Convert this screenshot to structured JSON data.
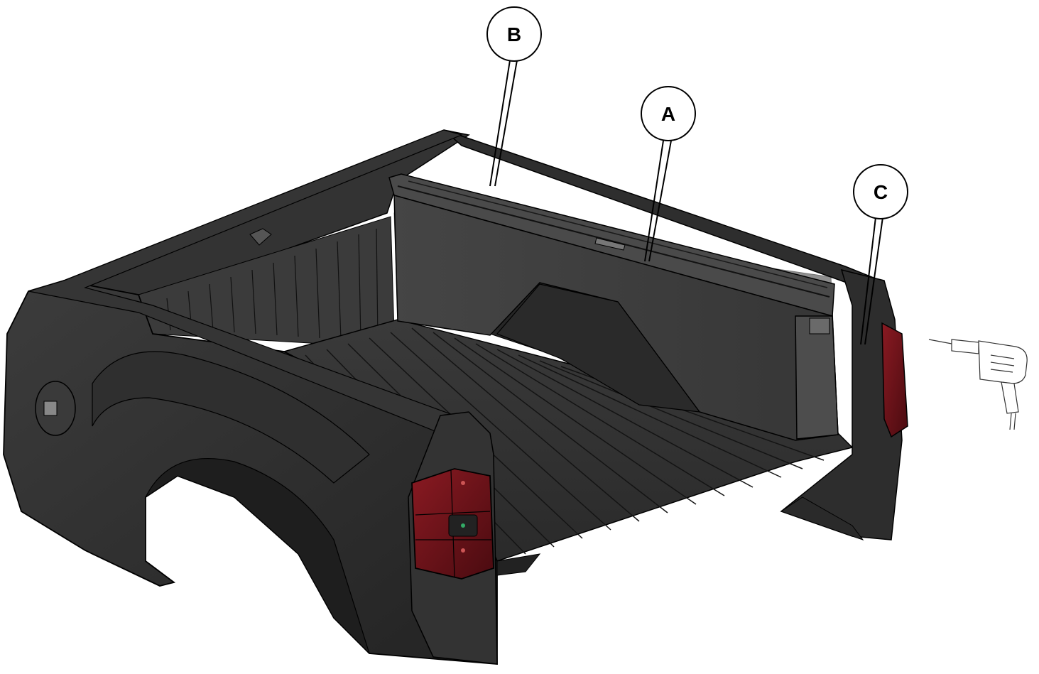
{
  "callouts": {
    "a": {
      "label": "A"
    },
    "b": {
      "label": "B"
    },
    "c": {
      "label": "C"
    }
  },
  "colors": {
    "body_dark": "#2b2b2b",
    "body_mid": "#3a3a3a",
    "body_light": "#4a4a4a",
    "toolbox": "#3d3d3d",
    "taillight": "#6e1218",
    "outline": "#000000",
    "callout_fill": "#ffffff"
  },
  "icons": {
    "drill": "power-drill-icon"
  }
}
